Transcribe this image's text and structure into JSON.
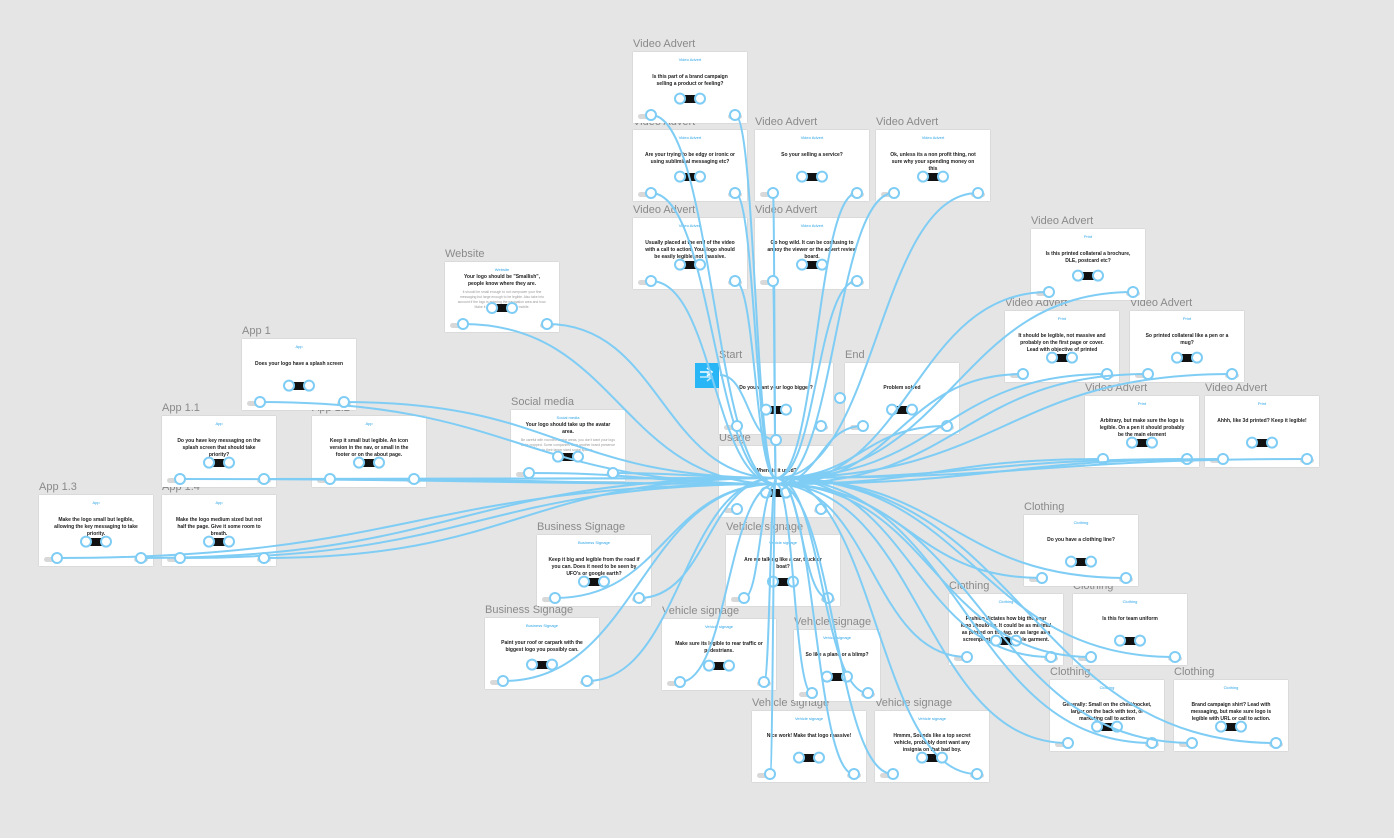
{
  "start_flag": {
    "icon": "arrow-right-icon"
  },
  "nodes": [
    {
      "id": "va1",
      "label": "Video Advert",
      "head": "Video Advert",
      "q": "Is this part of a brand campaign selling a product or feeling?",
      "sub": ""
    },
    {
      "id": "va2",
      "label": "Video Advert",
      "head": "Video Advert",
      "q": "Are your trying to be edgy or ironic or using subliminal messaging etc?",
      "sub": ""
    },
    {
      "id": "va3",
      "label": "Video Advert",
      "head": "Video Advert",
      "q": "So your selling a service?",
      "sub": ""
    },
    {
      "id": "va4",
      "label": "Video Advert",
      "head": "Video Advert",
      "q": "Ok, unless its a non profit thing, not sure why your spending money on this",
      "sub": ""
    },
    {
      "id": "va5",
      "label": "Video Advert",
      "head": "Video Advert",
      "q": "Usually placed at the end of the video with a call to action. Your logo should be easily legible, not massive.",
      "sub": ""
    },
    {
      "id": "va6",
      "label": "Video Advert",
      "head": "Video Advert",
      "q": "Go hog wild. It can be confusing to annoy the viewer or the advert review board.",
      "sub": ""
    },
    {
      "id": "web",
      "label": "Website",
      "head": "Website",
      "q": "Your logo should be \"Smallish\", people know where they are.",
      "sub": "It should be small enough to not overpower your fine messaging but large enough to be legible. Also take into account if the logo is entering the navigation area and how. Make it small, importantly for mobile."
    },
    {
      "id": "app1",
      "label": "App 1",
      "head": "App",
      "q": "Does your logo have a splash screen",
      "sub": ""
    },
    {
      "id": "app11",
      "label": "App 1.1",
      "head": "App",
      "q": "Do you have key messaging on the splash screen that should take priority?",
      "sub": ""
    },
    {
      "id": "app12",
      "label": "App 1.2",
      "head": "App",
      "q": "Keep it small but legible. An icon version in the nav, or small in the footer or on the about page.",
      "sub": ""
    },
    {
      "id": "app13",
      "label": "App 1.3",
      "head": "App",
      "q": "Make the logo small but legible, allowing the key messaging to take priority.",
      "sub": ""
    },
    {
      "id": "app14",
      "label": "App 1.4",
      "head": "App",
      "q": "Make the logo medium sized but not half the page. Give it some room to breath.",
      "sub": ""
    },
    {
      "id": "social",
      "label": "Social media",
      "head": "Social media",
      "q": "Your logo should take up the avatar area.",
      "sub": "Be careful with rounded avatar areas, you don't want your logo to be cropped. Some companies have another brand presence in their larger sized social spaces."
    },
    {
      "id": "start",
      "label": "Start",
      "head": "",
      "q": "Do you want your logo bigger?",
      "sub": ""
    },
    {
      "id": "end",
      "label": "End",
      "head": "",
      "q": "Problem solved",
      "sub": ""
    },
    {
      "id": "usage",
      "label": "Usage",
      "head": "",
      "q": "Where is it used?",
      "sub": ""
    },
    {
      "id": "print",
      "label": "Video Advert",
      "head": "Print",
      "q": "Is this printed collateral a brochure, DLE, postcard etc?",
      "sub": ""
    },
    {
      "id": "print2",
      "label": "Video Advert",
      "head": "Print",
      "q": "It should be legible, not massive and probably on the first page or cover. Lead with objective of printed material.",
      "sub": ""
    },
    {
      "id": "print3",
      "label": "Video Advert",
      "head": "Print",
      "q": "So printed collateral like a pen or a mug?",
      "sub": ""
    },
    {
      "id": "print4",
      "label": "Video Advert",
      "head": "Print",
      "q": "Arbitrary, but make sure the logo is legible. On a pen it should probably be the main element",
      "sub": ""
    },
    {
      "id": "print5",
      "label": "Video Advert",
      "head": "Print",
      "q": "Ahhh, like 3d printed? Keep it legible!",
      "sub": ""
    },
    {
      "id": "cloth1",
      "label": "Clothing",
      "head": "Clothing",
      "q": "Do you have a clothing line?",
      "sub": ""
    },
    {
      "id": "cloth2",
      "label": "Clothing",
      "head": "Clothing",
      "q": "Fashion dictates how big the your logo should be. It could be as minimal as printed on the tag, or as large as a screenprint over the whole garment.",
      "sub": ""
    },
    {
      "id": "cloth3",
      "label": "Clothing",
      "head": "Clothing",
      "q": "Is this for team uniform",
      "sub": ""
    },
    {
      "id": "cloth4",
      "label": "Clothing",
      "head": "Clothing",
      "q": "Generally: Small on the chest/pocket, larger on the back with text, or marketing call to action",
      "sub": ""
    },
    {
      "id": "cloth5",
      "label": "Clothing",
      "head": "Clothing",
      "q": "Brand campaign shirt? Lead with messaging, but make sure logo is legible with URL or call to action.",
      "sub": ""
    },
    {
      "id": "bs1",
      "label": "Business Signage",
      "head": "Business Signage",
      "q": "Keep it big and legible from the road if you can. Does it need to be seen by UFO's or google earth?",
      "sub": ""
    },
    {
      "id": "bs2",
      "label": "Business Signage",
      "head": "Business Signage",
      "q": "Paint your roof or carpark with the biggest logo you possibly can.",
      "sub": ""
    },
    {
      "id": "vs1",
      "label": "Vehicle signage",
      "head": "Vehicle signage",
      "q": "Are we talking like a car, truck or boat?",
      "sub": ""
    },
    {
      "id": "vs2",
      "label": "Vehicle signage",
      "head": "Vehicle signage",
      "q": "Make sure its legible to rear traffic or pedestrians.",
      "sub": ""
    },
    {
      "id": "vs3",
      "label": "Vehicle signage",
      "head": "Vehicle signage",
      "q": "So like a plane or a blimp?",
      "sub": ""
    },
    {
      "id": "vs4",
      "label": "Vehicle signage",
      "head": "Vehicle signage",
      "q": "Nice work! Make that logo massive!",
      "sub": ""
    },
    {
      "id": "vs5",
      "label": "Vehicle signage",
      "head": "Vehicle signage",
      "q": "Hmmm, Sounds like a top secret vehicle, probably dont want any insignia on that bad boy.",
      "sub": ""
    }
  ],
  "colors": {
    "wire": "#7fcdf5",
    "accent": "#29b6f6",
    "card": "#ffffff",
    "canvas": "#e5e5e5",
    "label": "#8a8a8a"
  }
}
